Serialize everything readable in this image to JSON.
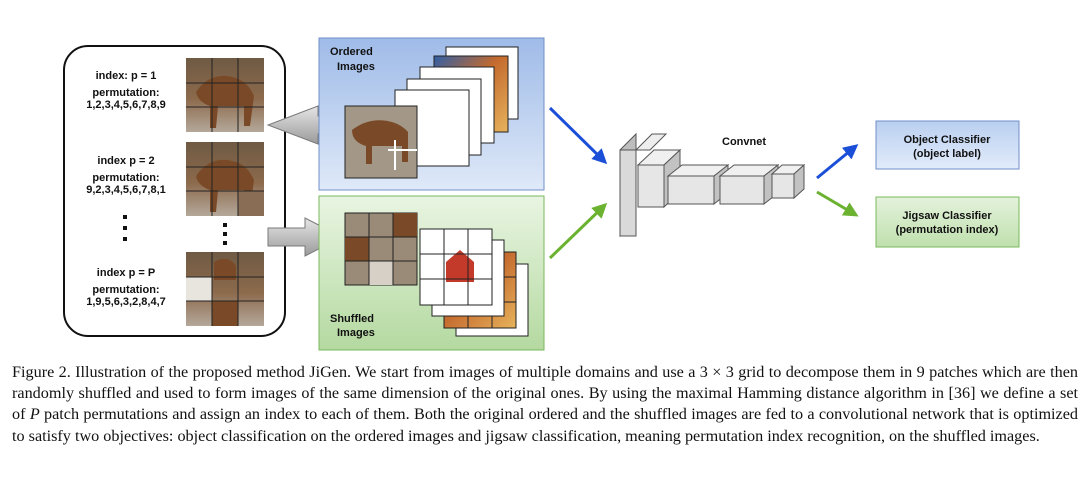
{
  "figure": {
    "left_panel": {
      "entries": [
        {
          "index": "index: p = 1",
          "perm_label": "permutation:",
          "perm": "1,2,3,4,5,6,7,8,9"
        },
        {
          "index": "index p = 2",
          "perm_label": "permutation:",
          "perm": "9,2,3,4,5,6,7,8,1"
        },
        {
          "index": "index p = P",
          "perm_label": "permutation:",
          "perm": "1,9,5,6,3,2,8,4,7"
        }
      ]
    },
    "ordered_label": [
      "Ordered",
      "Images"
    ],
    "shuffled_label": [
      "Shuffled",
      "Images"
    ],
    "convnet_label": "Convnet",
    "object_classifier": [
      "Object Classifier",
      "(object label)"
    ],
    "jigsaw_classifier": [
      "Jigsaw Classifier",
      "(permutation index)"
    ],
    "colors": {
      "blue_box": "#c7d8f1",
      "green_box": "#cde6c0",
      "blue_arrow": "#1b4fd8",
      "green_arrow": "#6ab22f"
    }
  },
  "caption": {
    "p1": "Figure 2. Illustration of the proposed method JiGen. We start from images of multiple domains and use a ",
    "math1": "3 × 3",
    "p2": " grid to decompose them in 9 patches which are then randomly shuffled and used to form images of the same dimension of the original ones. By using the maximal Hamming distance algorithm in [36] we define a set of ",
    "var1": "P",
    "p3": " patch permutations and assign an index to each of them. Both the original ordered and the shuffled images are fed to a convolutional network that is optimized to satisfy two objectives: object classification on the ordered images and jigsaw classification, meaning permutation index recognition, on the shuffled images."
  }
}
